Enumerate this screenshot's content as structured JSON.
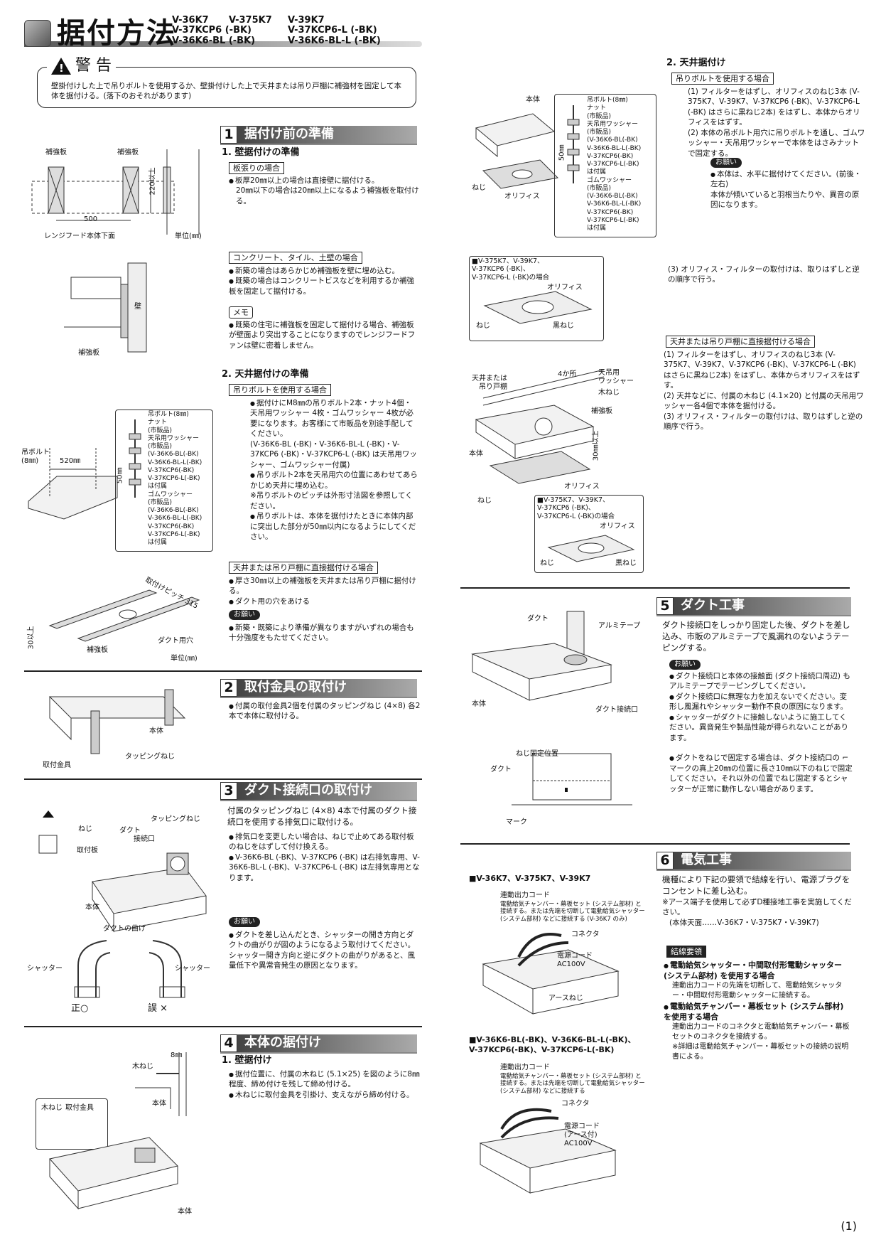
{
  "header": {
    "title": "据付方法",
    "models_col1": [
      "V-36K7",
      "V-37KCP6 (-BK)",
      "V-36K6-BL (-BK)"
    ],
    "models_col2": [
      "V-375K7"
    ],
    "models_col3": [
      "V-39K7",
      "V-37KCP6-L (-BK)",
      "V-36K6-BL-L (-BK)"
    ]
  },
  "warning": {
    "title": "警 告",
    "text": "壁掛付けした上で吊りボルトを使用するか、壁掛付けした上で天井または吊り戸棚に補強材を固定して本体を据付ける。(落下のおそれがあります)"
  },
  "sec1": {
    "num": "1",
    "title": "据付け前の準備",
    "sub1": "1. 壁据付けの準備",
    "tag_wood": "板張りの場合",
    "wood_b1": "板厚20㎜以上の場合は直接壁に据付ける。",
    "wood_b2": "20㎜以下の場合は20㎜以上になるよう補強板を取付ける。",
    "fig1": {
      "l1": "補強板",
      "l2": "補強板",
      "l3": "500",
      "l4": "220以上",
      "l5": "レンジフード本体下面",
      "l6": "単位(㎜)"
    },
    "tag_concrete": "コンクリート、タイル、土壁の場合",
    "conc_b1": "新築の場合はあらかじめ補強板を壁に埋め込む。",
    "conc_b2": "既築の場合はコンクリートビスなどを利用するか補強板を固定して据付ける。",
    "memo": "メモ",
    "memo_b1": "既築の住宅に補強板を固定して据付ける場合、補強板が壁面より突出することになりますのでレンジフードファンは壁に密着しません。",
    "fig2": {
      "l1": "壁",
      "l2": "補強板"
    },
    "sub2": "2. 天井据付けの準備",
    "tag_bolt": "吊りボルトを使用する場合",
    "bolt_b1": "据付けにM8㎜の吊りボルト2本・ナット4個・天吊用ワッシャー 4枚・ゴムワッシャー 4枚が必要になります。お客様にて市販品を別途手配してください。",
    "bolt_b1b": "(V-36K6-BL (-BK)・V-36K6-BL-L (-BK)・V-37KCP6 (-BK)・V-37KCP6-L (-BK) は天吊用ワッシャー、ゴムワッシャー付属)",
    "bolt_b2": "吊りボルト2本を天吊用穴の位置にあわせてあらかじめ天井に埋め込む。",
    "bolt_note": "※吊りボルトのピッチは外形寸法図を参照してください。",
    "bolt_b3": "吊りボルトは、本体を据付けたときに本体内部に突出した部分が50㎜以内になるようにしてください。",
    "fig3": {
      "l1": "吊ボルト(8㎜)",
      "l2": "ナット",
      "l3": "(市販品)",
      "l4": "天吊用ワッシャー",
      "l5": "(市販品)",
      "l6": "(V-36K6-BL(-BK)",
      "l7": "V-36K6-BL-L(-BK)",
      "l8": "V-37KCP6(-BK)",
      "l9": "V-37KCP6-L(-BK)",
      "l10": "は付属",
      "l11": "ゴムワッシャー",
      "l12": "(市販品)",
      "l13": "(V-36K6-BL(-BK)",
      "l14": "V-36K6-BL-L(-BK)",
      "l15": "V-37KCP6(-BK)",
      "l16": "V-37KCP6-L(-BK)",
      "l17": "は付属",
      "l18": "吊ボルト",
      "l19": "(8㎜)",
      "l20": "520㎜",
      "l21": "50㎜"
    },
    "tag_direct": "天井または吊り戸棚に直接据付ける場合",
    "direct_b1": "厚さ30㎜以上の補強板を天井または吊り戸棚に据付ける。",
    "direct_b2": "ダクト用の穴をあける",
    "onegai": "お願い",
    "direct_b3": "新築・既築により準備が異なりますがいずれの場合も十分強度をもたせてください。",
    "fig4": {
      "l1": "取付けピッチ 315",
      "l2": "ダクト用穴",
      "l3": "補強板",
      "l4": "30以上",
      "l5": "単位(㎜)"
    }
  },
  "sec2": {
    "num": "2",
    "title": "取付金具の取付け",
    "b1": "付属の取付金具2個を付属のタッピングねじ (4×8) 各2本で本体に取付ける。",
    "fig": {
      "l1": "本体",
      "l2": "タッピングねじ",
      "l3": "取付金具"
    }
  },
  "sec3": {
    "num": "3",
    "title": "ダクト接続口の取付け",
    "intro": "付属のタッピングねじ (4×8) 4本で付属のダクト接続口を使用する排気口に取付ける。",
    "b1": "排気口を変更したい場合は、ねじで止めてある取付板のねじをはずして付け換える。",
    "b2": "V-36K6-BL (-BK)、V-37KCP6 (-BK) は右排気専用、V-36K6-BL-L (-BK)、V-37KCP6-L (-BK) は左排気専用となります。",
    "onegai": "お願い",
    "b3": "ダクトを差し込んだとき、シャッターの開き方向とダクトの曲がりが図のようになるよう取付けてください。シャッター開き方向と逆にダクトの曲がりがあると、風量低下や異常音発生の原因となります。",
    "fig": {
      "l1": "ねじ",
      "l2": "取付板",
      "l3": "ダクト",
      "l4": "接続口",
      "l5": "タッピングねじ",
      "l6": "本体",
      "l7": "ダクトの曲げ",
      "l8": "シャッター",
      "l9": "シャッター",
      "l10": "正○",
      "l11": "誤 ×"
    }
  },
  "sec4": {
    "num": "4",
    "title": "本体の据付け",
    "sub1": "1. 壁据付け",
    "b1": "据付位置に、付属の木ねじ (5.1×25) を図のように8㎜程度、締め付けを残して締め付ける。",
    "b2": "木ねじに取付金具を引掛け、支えながら締め付ける。",
    "fig": {
      "l1": "8㎜",
      "l2": "木ねじ",
      "l3": "本体",
      "l4": "木ねじ",
      "l5": "取付金具",
      "l6": "本体"
    }
  },
  "right": {
    "sub2": "2. 天井据付け",
    "tag_bolt": "吊りボルトを使用する場合",
    "p1": "(1) フィルターをはずし、オリフィスのねじ3本 (V-375K7、V-39K7、V-37KCP6 (-BK)、V-37KCP6-L (-BK) はさらに黒ねじ2本) をはずし、本体からオリフィスをはずす。",
    "p2": "(2) 本体の吊ボルト用穴に吊りボルトを通し、ゴムワッシャー・天吊用ワッシャーで本体をはさみナットで固定する。",
    "onegai": "お願い",
    "p2b": "本体は、水平に据付けてください。(前後・左右)",
    "p2c": "本体が傾いていると羽根当たりや、異音の原因になります。",
    "p3": "(3) オリフィス・フィルターの取付けは、取りはずしと逆の順序で行う。",
    "figA": {
      "l1": "本体",
      "l2": "50㎜",
      "l3": "ねじ",
      "l4": "オリフィス",
      "l5": "吊ボルト(8㎜)",
      "l6": "ナット",
      "l7": "(市販品)",
      "l8": "天吊用ワッシャー",
      "l9": "(市販品)",
      "l10": "(V-36K6-BL(-BK)",
      "l11": "V-36K6-BL-L(-BK)",
      "l12": "V-37KCP6(-BK)",
      "l13": "V-37KCP6-L(-BK)",
      "l14": "は付属",
      "l15": "ゴムワッシャー",
      "l16": "(市販品)",
      "l17": "(V-36K6-BL(-BK)",
      "l18": "V-36K6-BL-L(-BK)",
      "l19": "V-37KCP6(-BK)",
      "l20": "V-37KCP6-L(-BK)",
      "l21": "は付属"
    },
    "figB": {
      "l1": "■V-375K7、V-39K7、",
      "l2": "V-37KCP6 (-BK)、",
      "l3": "V-37KCP6-L (-BK)の場合",
      "l4": "オリフィス",
      "l5": "ねじ",
      "l6": "黒ねじ"
    },
    "tag_direct": "天井または吊り戸棚に直接据付ける場合",
    "d1": "(1) フィルターをはずし、オリフィスのねじ3本 (V-375K7、V-39K7、V-37KCP6 (-BK)、V-37KCP6-L (-BK) はさらに黒ねじ2本) をはずし、本体からオリフィスをはずす。",
    "d2": "(2) 天井などに、付属の木ねじ (4.1×20) と付属の天吊用ワッシャー各4個で本体を据付ける。",
    "d3": "(3) オリフィス・フィルターの取付けは、取りはずしと逆の順序で行う。",
    "figC": {
      "l1": "天井または",
      "l2": "吊り戸棚",
      "l3": "4か所",
      "l4": "天吊用",
      "l5": "ワッシャー",
      "l6": "木ねじ",
      "l7": "補強板",
      "l8": "30㎜以上",
      "l9": "本体",
      "l10": "オリフィス",
      "l11": "ねじ"
    },
    "figD": {
      "l1": "■V-375K7、V-39K7、",
      "l2": "V-37KCP6 (-BK)、",
      "l3": "V-37KCP6-L (-BK)の場合",
      "l4": "オリフィス",
      "l5": "ねじ",
      "l6": "黒ねじ"
    }
  },
  "sec5": {
    "num": "5",
    "title": "ダクト工事",
    "intro": "ダクト接続口をしっかり固定した後、ダクトを差し込み、市販のアルミテープで風漏れのないようテーピングする。",
    "onegai": "お願い",
    "b1": "ダクト接続口と本体の接触面 (ダクト接続口周辺) もアルミテープでテーピングしてください。",
    "b2": "ダクト接続口に無理な力を加えないでください。変形し風漏れやシャッター動作不良の原因になります。",
    "b3": "シャッターがダクトに接触しないように施工してください。異音発生や製品性能が得られないことがあります。",
    "b4": "ダクトをねじで固定する場合は、ダクト接続口の ⌐ マークの真上20㎜の位置に長さ10㎜以下のねじで固定してください。それ以外の位置でねじ固定するとシャッターが正常に動作しない場合があります。",
    "fig": {
      "l1": "ダクト",
      "l2": "アルミテープ",
      "l3": "本体",
      "l4": "ダクト接続口",
      "l5": "ねじ固定位置",
      "l6": "ダクト",
      "l7": "マーク"
    }
  },
  "sec6": {
    "num": "6",
    "title": "電気工事",
    "intro": "機種により下記の要領で結線を行い、電源プラグをコンセントに差し込む。",
    "note": "※アース端子を使用して必ずD種接地工事を実施してください。",
    "note2": "(本体天面……V-36K7・V-375K7・V-39K7)",
    "tag": "結線要領",
    "b1": "電動給気シャッター・中間取付形電動シャッター (システム部材) を使用する場合",
    "b1b": "連動出力コードの先端を切断して、電動給気シャッター・中間取付形電動シャッターに接続する。",
    "b2": "電動給気チャンバー・幕板セット (システム部材) を使用する場合",
    "b2b": "連動出力コードのコネクタと電動給気チャンバー・幕板セットのコネクタを接続する。",
    "b2c": "※詳細は電動給気チャンバー・幕板セットの接続の説明書による。",
    "figA": {
      "title": "■V-36K7、V-375K7、V-39K7",
      "l1": "連動出力コード",
      "l2": "電動給気チャンバー・幕板セット (システム部材) と",
      "l3": "接続する。または先端を切断して電動給気シャッター",
      "l4": "(システム部材) などに接続する (V-36K7 のみ)",
      "l5": "コネクタ",
      "l6": "電源コード",
      "l7": "AC100V",
      "l8": "アースねじ"
    },
    "figB": {
      "title1": "■V-36K6-BL(-BK)、V-36K6-BL-L(-BK)、",
      "title2": "V-37KCP6(-BK)、V-37KCP6-L(-BK)",
      "l1": "連動出力コード",
      "l2": "電動給気チャンバー・幕板セット (システム部材) と",
      "l3": "接続する。または先端を切断して電動給気シャッター",
      "l4": "(システム部材) などに接続する",
      "l5": "コネクタ",
      "l6": "電源コード",
      "l7": "(アース付)",
      "l8": "AC100V"
    }
  },
  "page": "(1)"
}
